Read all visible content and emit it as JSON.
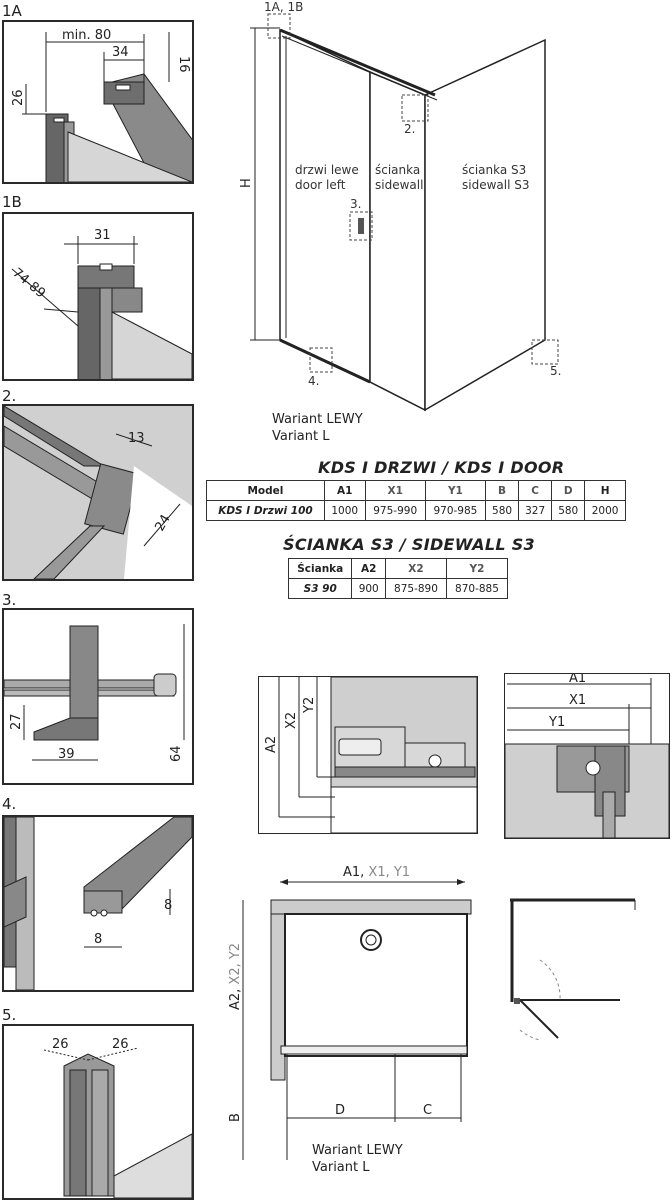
{
  "detail_labels": {
    "d1a": "1A",
    "d1b": "1B",
    "d2": "2.",
    "d3": "3.",
    "d4": "4.",
    "d5": "5."
  },
  "detail_dims": {
    "d1a": {
      "min80": "min. 80",
      "v34": "34",
      "v16": "16",
      "v26": "26"
    },
    "d1b": {
      "v31": "31",
      "v7489": "74-89"
    },
    "d2": {
      "v13": "13",
      "v24": "24"
    },
    "d3": {
      "v27": "27",
      "v39": "39",
      "v64": "64"
    },
    "d4": {
      "v8a": "8",
      "v8b": "8"
    },
    "d5": {
      "v26a": "26",
      "v26b": "26"
    }
  },
  "main_view": {
    "callout_1a1b": "1A, 1B",
    "callout_2": "2.",
    "callout_3": "3.",
    "callout_4": "4.",
    "callout_5": "5.",
    "dim_h": "H",
    "door_left_pl": "drzwi lewe",
    "door_left_en": "door left",
    "sidewall_pl": "ścianka",
    "sidewall_en": "sidewall",
    "s3_pl": "ścianka S3",
    "s3_en": "sidewall S3",
    "variant_pl": "Wariant LEWY",
    "variant_en": "Variant L"
  },
  "door_table": {
    "title": "KDS I DRZWI / KDS I DOOR",
    "headers": [
      "Model",
      "A1",
      "X1",
      "Y1",
      "B",
      "C",
      "D",
      "H"
    ],
    "row": [
      "KDS I Drzwi 100",
      "1000",
      "975-990",
      "970-985",
      "580",
      "327",
      "580",
      "2000"
    ]
  },
  "sidewall_table": {
    "title": "ŚCIANKA S3 / SIDEWALL S3",
    "headers": [
      "Ścianka",
      "A2",
      "X2",
      "Y2"
    ],
    "row": [
      "S3 90",
      "900",
      "875-890",
      "870-885"
    ]
  },
  "section_a2": {
    "a2": "A2",
    "x2": "X2",
    "y2": "Y2"
  },
  "section_a1": {
    "a1": "A1",
    "x1": "X1",
    "y1": "Y1"
  },
  "plan": {
    "top_dim_a1": "A1,",
    "top_dim_x1y1": " X1, Y1",
    "left_dim_a2": "A2,",
    "left_dim_x2y2": " X2, Y2",
    "dim_b": "B",
    "dim_d": "D",
    "dim_c": "C",
    "variant_pl": "Wariant LEWY",
    "variant_en": "Variant L"
  },
  "colors": {
    "line": "#222222",
    "glass": "#cfcfcf",
    "dark": "#555555",
    "accent_gray": "#8a8a8a"
  }
}
